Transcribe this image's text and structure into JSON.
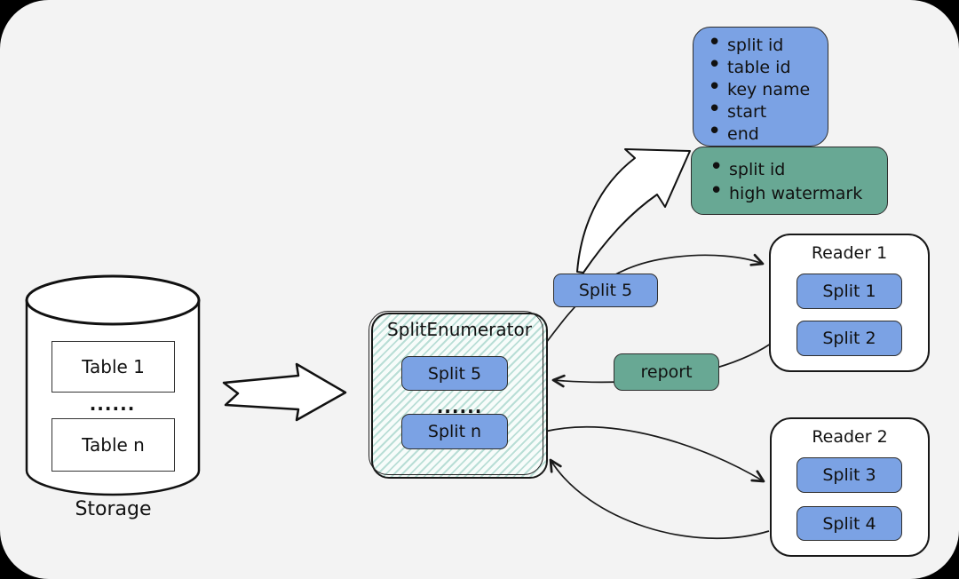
{
  "storage": {
    "label": "Storage",
    "table_top": "Table 1",
    "dots": "......",
    "table_bottom": "Table n"
  },
  "enumerator": {
    "title": "SplitEnumerator",
    "split_top": "Split 5",
    "dots": "......",
    "split_bottom": "Split n"
  },
  "tags": {
    "split5": "Split 5",
    "report": "report"
  },
  "split_detail": {
    "items": [
      "split id",
      "table id",
      "key name",
      "start",
      "end"
    ]
  },
  "watermark_detail": {
    "items": [
      "split id",
      "high watermark"
    ]
  },
  "reader1": {
    "title": "Reader 1",
    "splits": [
      "Split 1",
      "Split 2"
    ]
  },
  "reader2": {
    "title": "Reader 2",
    "splits": [
      "Split 3",
      "Split 4"
    ]
  },
  "colors": {
    "blue": "#7ba2e4",
    "green": "#68a894",
    "hatch_stripe": "#b9ded6",
    "stroke": "#1a1a1a"
  }
}
